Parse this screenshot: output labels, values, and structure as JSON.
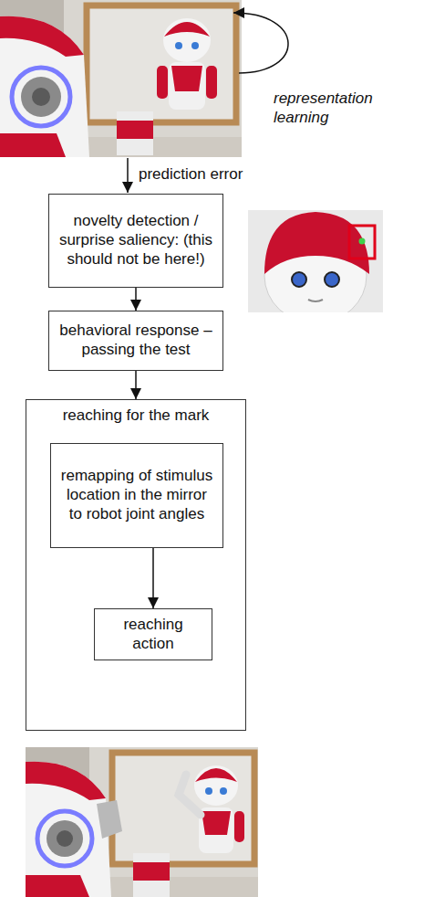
{
  "diagram": {
    "nodes": [
      {
        "text": [
          "novelty detection / surprise saliency: (this should not be here!)"
        ]
      },
      {
        "text": [
          "behavioral response – passing the test"
        ]
      },
      {
        "text": [
          "reaching for the mark"
        ]
      },
      {
        "text": [
          "remapping of stimulus location in the mirror to robot joint angles"
        ],
        "in": 2
      },
      {
        "text": [
          "reaching action"
        ],
        "in": 2
      }
    ],
    "edges": [
      {
        "from": 0,
        "to": 1,
        "arrow": "to"
      },
      {
        "from": 1,
        "to": 2,
        "arrow": "to"
      },
      {
        "from": 3,
        "to": 4,
        "arrow": "to"
      }
    ],
    "labels": [
      "representation learning",
      "prediction error"
    ]
  }
}
